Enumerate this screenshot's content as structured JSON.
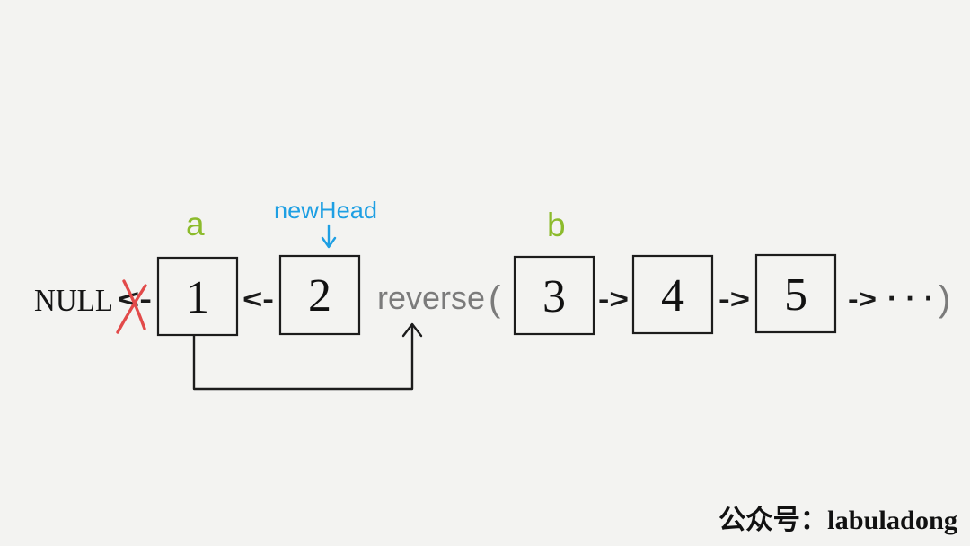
{
  "diagram": {
    "null_label": "NULL",
    "nodes": [
      "1",
      "2",
      "3",
      "4",
      "5"
    ],
    "links": {
      "null_link": "<-",
      "link_1_2": "<-",
      "link_3_4": "->",
      "link_4_5": "->",
      "link_5_onward": "->"
    },
    "ellipsis": "· · ·",
    "call": {
      "name": "reverse",
      "open_paren": "(",
      "close_paren": ")"
    },
    "pointers": {
      "a": "a",
      "b": "b",
      "new_head": "newHead"
    }
  },
  "watermark": "公众号：labuladong",
  "colors": {
    "background": "#f3f3f1",
    "ink": "#1c1c1c",
    "call_gray": "#7b7b7b",
    "pointer_green": "#8cbb2c",
    "new_head_blue": "#1e9fe3",
    "cross_out_red": "#e24a4a"
  }
}
